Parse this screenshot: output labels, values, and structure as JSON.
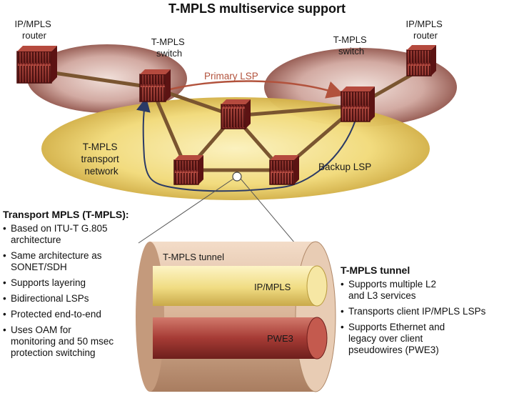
{
  "title": "T-MPLS multiservice support",
  "labels": {
    "ip_router_left": [
      "IP/MPLS",
      "router"
    ],
    "tswitch_left": [
      "T-MPLS",
      "switch"
    ],
    "tswitch_right": [
      "T-MPLS",
      "switch"
    ],
    "ip_router_right": [
      "IP/MPLS",
      "router"
    ],
    "primary_lsp": "Primary LSP",
    "transport_network": [
      "T-MPLS",
      "transport",
      "network"
    ],
    "backup_lsp": "Backup LSP",
    "tunnel": "T-MPLS tunnel",
    "ip_mpls_pipe": "IP/MPLS",
    "pwe3_pipe": "PWE3"
  },
  "transport_panel": {
    "heading": "Transport MPLS (T-MPLS):",
    "bullets": [
      [
        "Based on ITU-T G.805",
        "architecture"
      ],
      [
        "Same architecture as",
        "SONET/SDH"
      ],
      [
        "Supports layering"
      ],
      [
        "Bidirectional LSPs"
      ],
      [
        "Protected end-to-end"
      ],
      [
        "Uses OAM for",
        "monitoring and 50 msec",
        "protection switching"
      ]
    ]
  },
  "tunnel_panel": {
    "heading": "T-MPLS tunnel",
    "bullets": [
      [
        "Supports multiple L2",
        "and L3 services"
      ],
      [
        "Transports client IP/MPLS LSPs"
      ],
      [
        "Supports Ethernet and",
        "legacy over client",
        "pseudowires (PWE3)"
      ]
    ]
  },
  "colors": {
    "router_red": "#8c2020",
    "link_brown": "#7a5530",
    "transport_yellow": "#f1da7a",
    "access_pink": "#caa09a",
    "lsp_line": "#b2523c",
    "tunnel_tan": "#d9b497",
    "ipmpls_yellow": "#f0dc82",
    "pwe3_red": "#a63b35"
  }
}
